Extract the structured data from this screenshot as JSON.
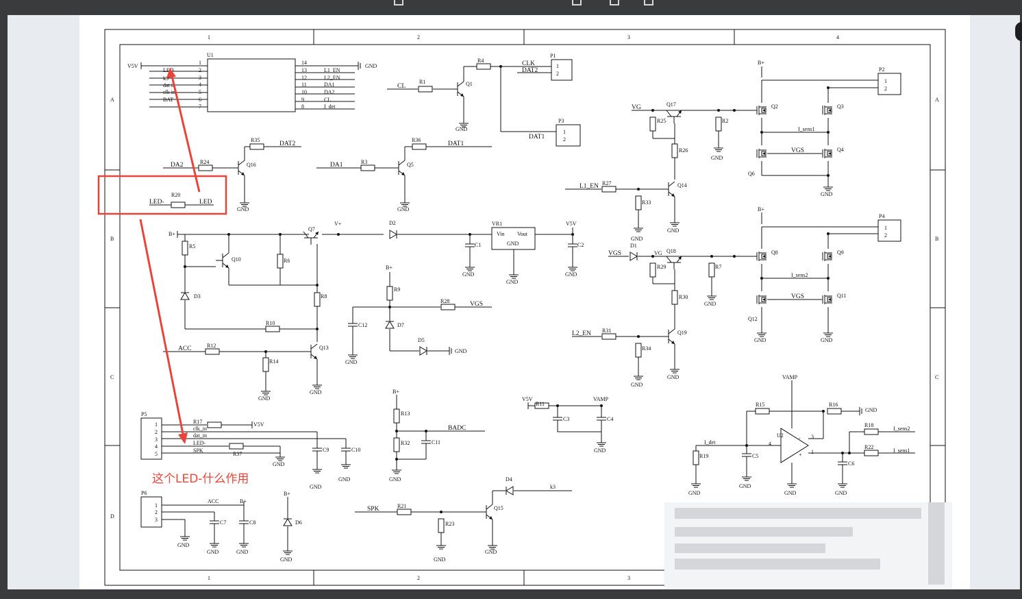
{
  "annotation": {
    "question": "这个LED-什么作用",
    "color": "#e8453a"
  },
  "frame": {
    "columns": [
      "1",
      "2",
      "3",
      "4"
    ],
    "rows": [
      "A",
      "B",
      "C",
      "D"
    ]
  },
  "labels": {
    "u1": "U1",
    "v5v": "V5V",
    "gnd": "GND",
    "led": "LED",
    "k3": "k3",
    "dat_in": "dat in",
    "clk_in": "clk in",
    "bat": "BAT",
    "l1_en": "L1_EN",
    "l2_en": "L2_EN",
    "da1": "DA1",
    "da2": "DA2",
    "cl": "CL",
    "i_det": "I_det",
    "pin1": "1",
    "pin2": "2",
    "pin3": "3",
    "pin4": "4",
    "pin5": "5",
    "pin6": "6",
    "pin7": "7",
    "pin8": "8",
    "pin9": "9",
    "pin10": "10",
    "pin11": "11",
    "pin12": "12",
    "pin13": "13",
    "pin14": "14",
    "r1": "R1",
    "r2": "R2",
    "r3": "R3",
    "r4": "R4",
    "r5": "R5",
    "r6": "R6",
    "r7": "R7",
    "r8": "R8",
    "r9": "R9",
    "r10": "R10",
    "r11": "R11",
    "r12": "R12",
    "r13": "R13",
    "r14": "R14",
    "r15": "R15",
    "r16": "R16",
    "r17": "R17",
    "r18": "R18",
    "r19": "R19",
    "r20": "R20",
    "r21": "R21",
    "r22": "R22",
    "r23": "R23",
    "r24": "R24",
    "r25": "R25",
    "r26": "R26",
    "r27": "R27",
    "r28": "R28",
    "r29": "R29",
    "r30": "R30",
    "r31": "R31",
    "r32": "R32",
    "r33": "R33",
    "r34": "R34",
    "r35": "R35",
    "r36": "R36",
    "r37": "R37",
    "q1": "Q1",
    "q2": "Q2",
    "q3": "Q3",
    "q4": "Q4",
    "q5": "Q5",
    "q6": "Q6",
    "q7": "Q7",
    "q8": "Q8",
    "q9": "Q9",
    "q10": "Q10",
    "q11": "Q11",
    "q12": "Q12",
    "q13": "Q13",
    "q14": "Q14",
    "q15": "Q15",
    "q16": "Q16",
    "q17": "Q17",
    "q18": "Q18",
    "q19": "Q19",
    "p1": "P1",
    "p2": "P2",
    "p3": "P3",
    "p4": "P4",
    "p5": "P5",
    "p6": "P6",
    "clk": "CLK",
    "dat1": "DAT1",
    "dat2": "DAT2",
    "led_minus": "LED-",
    "c1": "C1",
    "c2": "C2",
    "c3": "C3",
    "c4": "C4",
    "c5": "C5",
    "c6": "C6",
    "c7": "C7",
    "c8": "C8",
    "c9": "C9",
    "c10": "C10",
    "c11": "C11",
    "c12": "C12",
    "d1": "D1",
    "d2": "D2",
    "d3": "D3",
    "d4": "D4",
    "d5": "D5",
    "d6": "D6",
    "d7": "D7",
    "vr1": "VR1",
    "vin": "Vin",
    "vout": "Vout",
    "vplus": "V+",
    "bplus": "B+",
    "vg": "VG",
    "vgs": "VGS",
    "acc": "ACC",
    "badc": "BADC",
    "vamp": "VAMP",
    "spk": "SPK",
    "i_sens1": "I_sens1",
    "i_sens2": "I_sens2",
    "u2": "U2",
    "clk_in_p5": "clk_in",
    "dat_in_p5": "dat_in",
    "plus": "+",
    "minus": "-"
  }
}
